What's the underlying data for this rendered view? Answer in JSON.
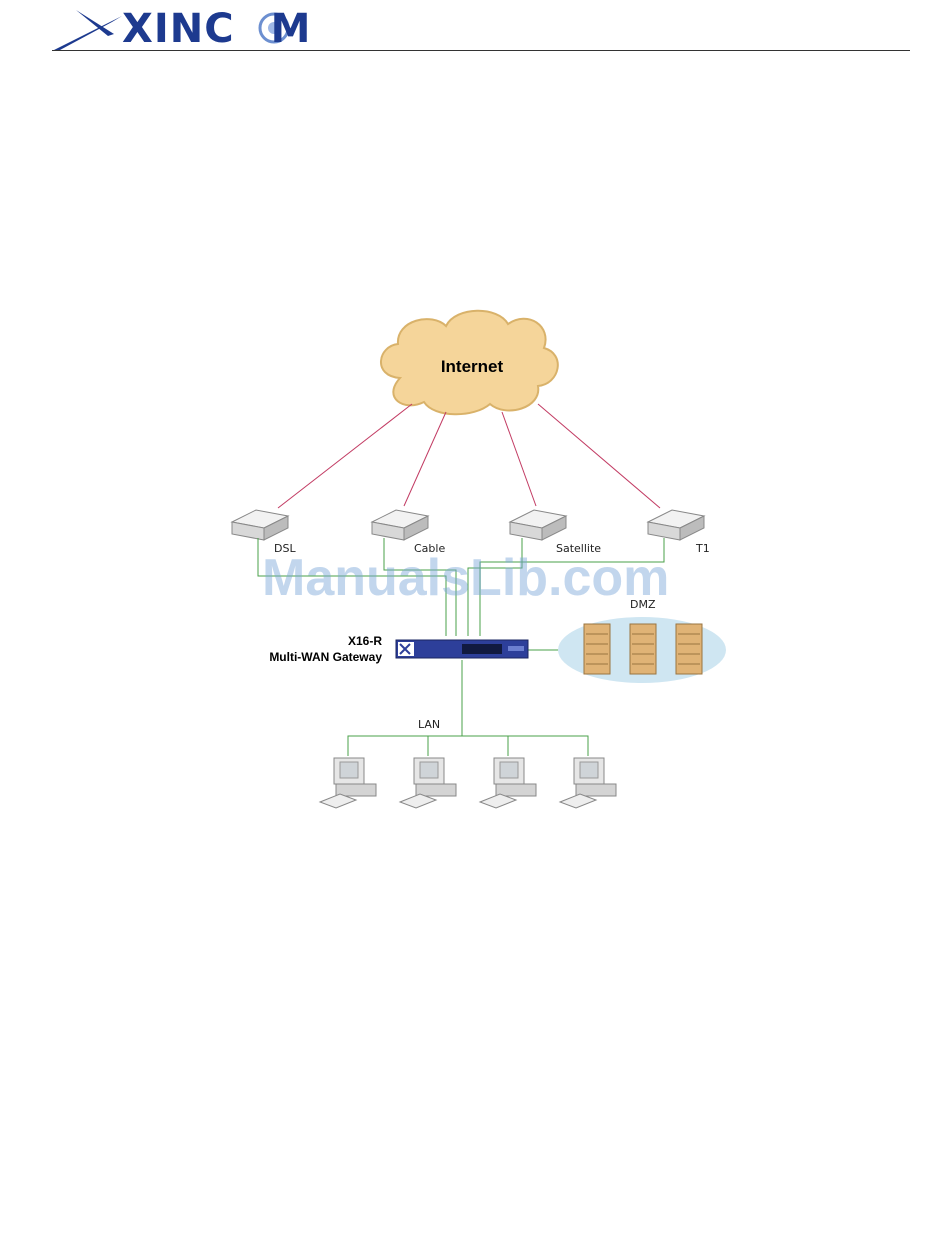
{
  "header": {
    "brand": "XINC",
    "brand_tail": "M"
  },
  "diagram": {
    "internet_label": "Internet",
    "modems": [
      {
        "label": "DSL"
      },
      {
        "label": "Cable"
      },
      {
        "label": "Satellite"
      },
      {
        "label": "T1"
      }
    ],
    "gateway_model": "X16-R",
    "gateway_name": "Multi-WAN Gateway",
    "dmz_label": "DMZ",
    "lan_label": "LAN"
  },
  "watermark": "ManualsLib.com",
  "colors": {
    "brand_blue": "#1d3a8f",
    "cloud_fill": "#f5d59a",
    "wan_link": "#c23b63",
    "lan_link": "#4aa04a",
    "dmz_fill": "#cfe6f2"
  }
}
